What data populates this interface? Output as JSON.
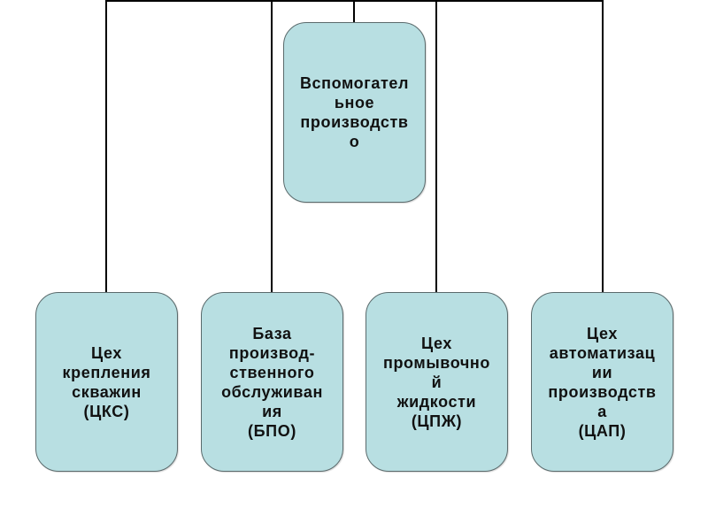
{
  "diagram": {
    "title": "Вспомогательное производство",
    "root": {
      "label": "Вспомогател\nьное\nпроизводств\nо"
    },
    "children": [
      {
        "label": "Цех\nкрепления\nскважин\n(ЦКС)",
        "abbr": "ЦКС"
      },
      {
        "label": "База\nпроизвод-\nственного\nобслуживан\nия\n(БПО)",
        "abbr": "БПО"
      },
      {
        "label": "Цех\nпромывочно\nй\nжидкости\n(ЦПЖ)",
        "abbr": "ЦПЖ"
      },
      {
        "label": "Цех\nавтоматизац\nии\nпроизводств\nа\n(ЦАП)",
        "abbr": "ЦАП"
      }
    ],
    "colors": {
      "node_fill": "#b8dfe2",
      "node_border": "#5a6a6c",
      "connector": "#000000"
    }
  }
}
